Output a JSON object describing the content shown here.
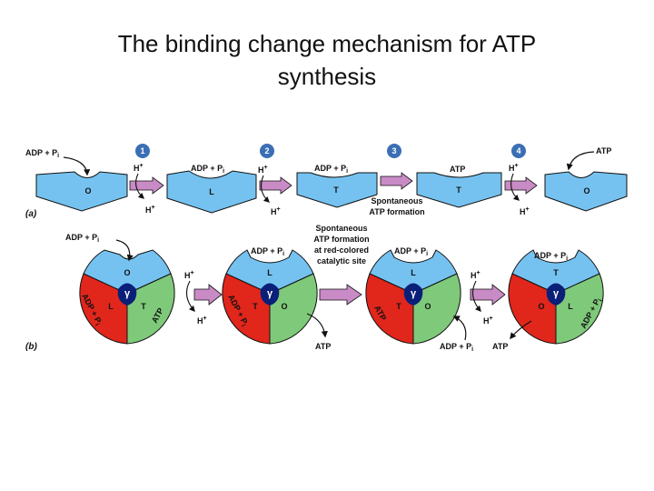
{
  "title_line1": "The binding change mechanism for ATP",
  "title_line2": "synthesis",
  "colors": {
    "blue": "#75c2f0",
    "green": "#7fc97a",
    "red": "#e1261c",
    "gamma": "#0a1f78",
    "arrow_fill": "#c98bc6",
    "step_badge": "#3b6fb5"
  },
  "panel_a": {
    "tag": "(a)",
    "steps": [
      "1",
      "2",
      "3",
      "4"
    ],
    "labels": {
      "adp_pi_in": "ADP + P",
      "adp_pi_sub": "i",
      "h_plus": "H",
      "plus_sup": "+",
      "atp_out": "ATP",
      "spontaneous": "Spontaneous",
      "atp_formation": "ATP formation"
    },
    "subunits": [
      {
        "site": "O"
      },
      {
        "site": "L",
        "bound": "ADP + P",
        "bound_sub": "i"
      },
      {
        "site": "T",
        "bound": "ADP + P",
        "bound_sub": "i"
      },
      {
        "site": "T",
        "bound": "ATP"
      },
      {
        "site": "O"
      }
    ]
  },
  "panel_b": {
    "tag": "(b)",
    "gamma": "γ",
    "adp_pi_top_left": "ADP + P",
    "adp_pi_sub": "i",
    "spontaneous_note": [
      "Spontaneous",
      "ATP formation",
      "at red-colored",
      "catalytic site"
    ],
    "atp_out_1": "ATP",
    "adp_pi_in_bottom": "ADP + P",
    "atp_out_2": "ATP",
    "h_plus": "H",
    "plus_sup": "+",
    "rotors": [
      {
        "blue": "O",
        "red": "L",
        "green": "T",
        "red_ligand": "ADP + P",
        "green_ligand": "ATP",
        "ligand_sub": "i"
      },
      {
        "blue": "L",
        "red": "T",
        "green": "O",
        "blue_ligand": "ADP + P",
        "red_ligand": "ADP + P",
        "ligand_sub": "i"
      },
      {
        "blue": "L",
        "red": "T",
        "green": "O",
        "blue_ligand": "ADP + P",
        "red_ligand": "ATP",
        "ligand_sub": "i"
      },
      {
        "blue": "T",
        "red": "O",
        "green": "L",
        "blue_ligand": "ADP + P",
        "green_ligand": "ADP + P",
        "ligand_sub": "i"
      }
    ]
  }
}
